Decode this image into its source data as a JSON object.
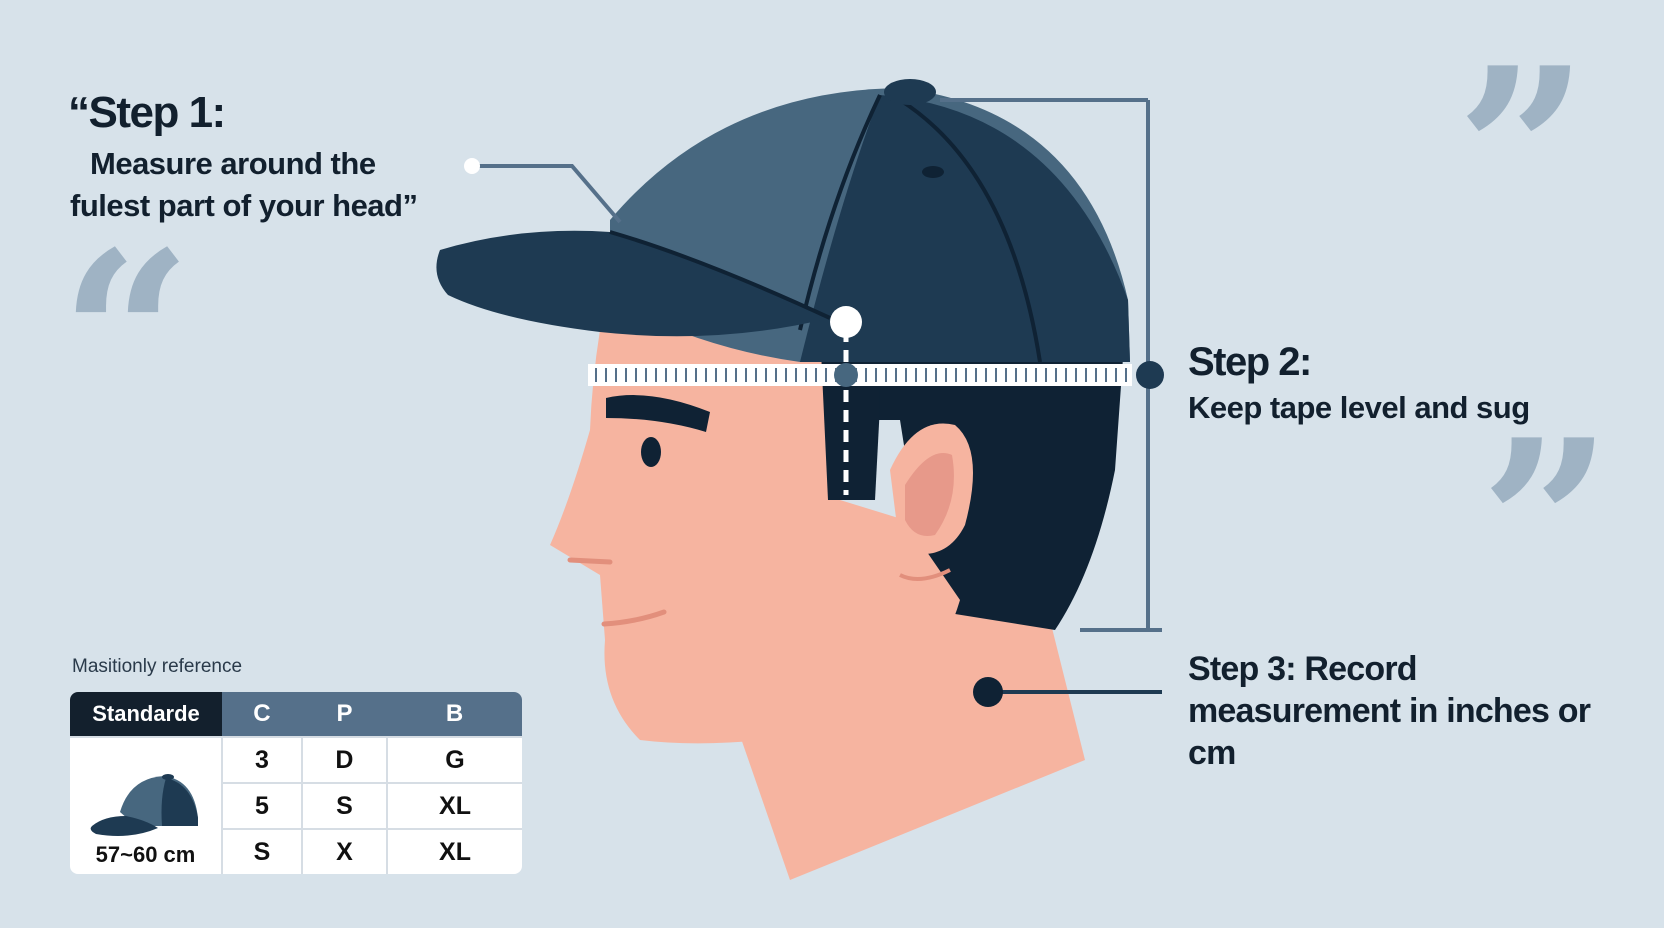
{
  "steps": {
    "step1": {
      "title": "“Step 1:",
      "line1": "Measure around the",
      "line2": "fulest part of your head”"
    },
    "step2": {
      "title": "Step 2:",
      "body": "Keep tape level and sug"
    },
    "step3": {
      "text": "Step 3: Record measurement in inches or cm"
    }
  },
  "quotes": {
    "open": "“",
    "close": "”"
  },
  "reference": {
    "label": "Masitionly reference",
    "headers": [
      "Standarde",
      "C",
      "P",
      "B"
    ],
    "hat_caption": "57~60 cm",
    "rows": [
      [
        "3",
        "D",
        "G"
      ],
      [
        "5",
        "S",
        "XL"
      ],
      [
        "S",
        "X",
        "XL"
      ]
    ]
  },
  "colors": {
    "background": "#d7e2ea",
    "cap_dark": "#1e3a52",
    "cap_light": "#47677f",
    "skin": "#f6b4a0",
    "hair": "#0f2234",
    "accent": "#55708a"
  }
}
